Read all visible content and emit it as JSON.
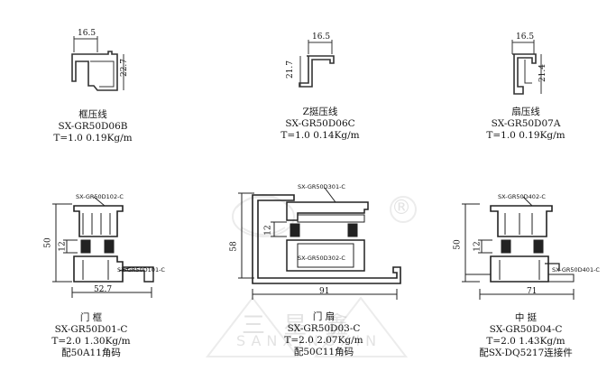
{
  "profiles_top": [
    {
      "name": "框压线",
      "code": "SX-GR50D06B",
      "spec": "T=1.0  0.19Kg/m",
      "dim_w": "16.5",
      "dim_h": "22.7"
    },
    {
      "name": "Z挺压线",
      "code": "SX-GR50D06C",
      "spec": "T=1.0  0.14Kg/m",
      "dim_w": "16.5",
      "dim_h": "21.7"
    },
    {
      "name": "扇压线",
      "code": "SX-GR50D07A",
      "spec": "T=1.0  0.19Kg/m",
      "dim_w": "16.5",
      "dim_h": "21.4"
    }
  ],
  "profiles_bottom": [
    {
      "name": "门  框",
      "code": "SX-GR50D01-C",
      "spec": "T=2.0  1.30Kg/m",
      "accessory": "配50A11角码",
      "label_top": "SX-GR50D102-C",
      "label_bottom": "SX-GR50D101-C",
      "dim_height": "50",
      "dim_gap": "12",
      "dim_width": "52.7"
    },
    {
      "name": "门  扇",
      "code": "SX-GR50D03-C",
      "spec": "T=2.0  2.07Kg/m",
      "accessory": "配50C11角码",
      "label_top": "SX-GR50D301-C",
      "label_bottom": "SX-GR50D302-C",
      "dim_height": "58",
      "dim_gap": "12",
      "dim_width": "91"
    },
    {
      "name": "中  挺",
      "code": "SX-GR50D04-C",
      "spec": "T=2.0  1.43Kg/m",
      "accessory": "配SX-DQ5217连接件",
      "label_top": "SX-GR50D402-C",
      "label_bottom": "SX-GR50D401-C",
      "dim_height": "50",
      "dim_gap": "12",
      "dim_width": "71"
    }
  ],
  "watermark": {
    "registered": "®",
    "cn": "三 星 鑫",
    "en": "SANXINGXIN"
  }
}
